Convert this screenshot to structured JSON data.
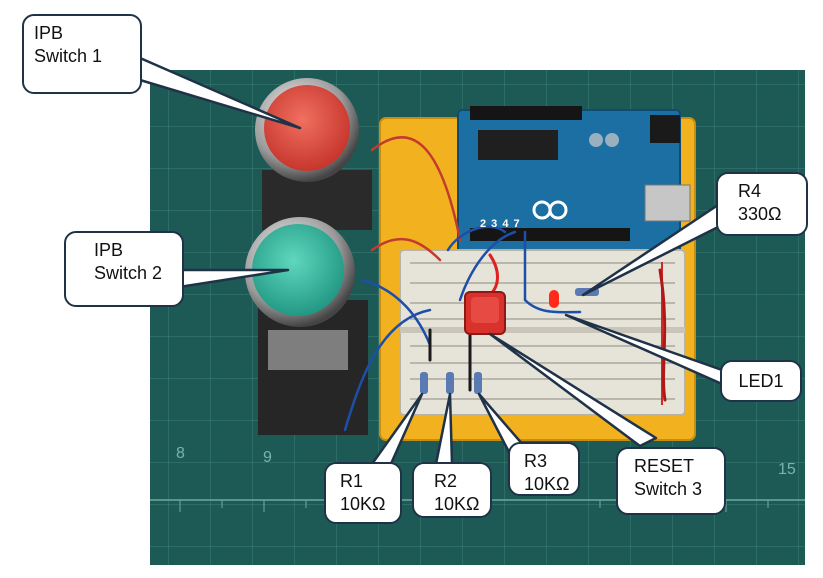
{
  "callouts": {
    "ipb1": {
      "line1": "IPB",
      "line2": "Switch 1"
    },
    "ipb2": {
      "line1": "IPB",
      "line2": "Switch 2"
    },
    "r4": {
      "line1": "R4",
      "line2": "330Ω"
    },
    "led1": {
      "line1": "LED1"
    },
    "r1": {
      "line1": "R1",
      "line2": "10KΩ"
    },
    "r2": {
      "line1": "R2",
      "line2": "10KΩ"
    },
    "r3": {
      "line1": "R3",
      "line2": "10KΩ"
    },
    "reset": {
      "line1": "RESET",
      "line2": "Switch 3"
    }
  },
  "board": {
    "pin_labels": "2 3 4  7"
  },
  "mat": {
    "ruler_8": "8",
    "ruler_9": "9",
    "ruler_15": "15"
  },
  "colors": {
    "mat": "#1d5a55",
    "button_red": "#d9453a",
    "button_green": "#2fb39a",
    "arduino": "#1b6fa3",
    "breadboard": "#e6e3d8",
    "base_plate": "#f2b21f",
    "callout_border": "#1f3247"
  }
}
